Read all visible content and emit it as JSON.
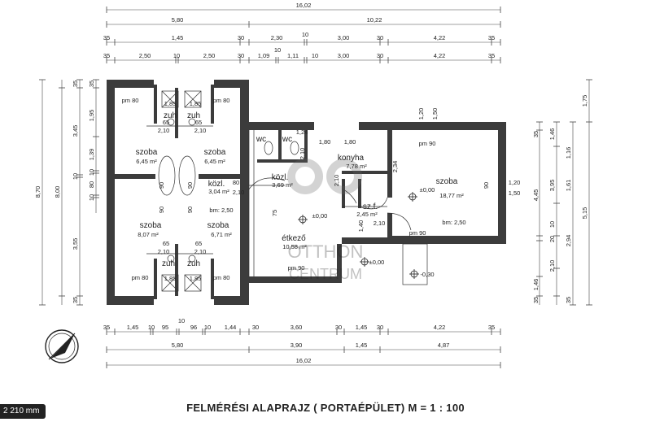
{
  "title": "FELMÉRÉSI ALAPRAJZ ( PORTAÉPÜLET) M = 1 : 100",
  "scale_badge": "2 210 mm",
  "watermark": {
    "line1": "OTTHON",
    "line2": "CENTRUM"
  },
  "dims_top": {
    "overall": "16,02",
    "row1": [
      "5,80",
      "10,22"
    ],
    "row2": [
      "35",
      "1,45",
      "30",
      "2,30",
      "10",
      "3,00",
      "30",
      "4,22",
      "35"
    ],
    "row3": [
      "35",
      "2,50",
      "10",
      "2,50",
      "30",
      "1,09",
      "10",
      "1,11",
      "10",
      "3,00",
      "30",
      "4,22",
      "35"
    ]
  },
  "dims_bottom": {
    "row1": [
      "35",
      "1,45",
      "10",
      "95",
      "10",
      "96",
      "10",
      "1,44",
      "30",
      "3,60",
      "30",
      "1,45",
      "30",
      "4,22",
      "35"
    ],
    "row2": [
      "5,80",
      "3,90",
      "1,45",
      "4,87"
    ],
    "overall": "16,02"
  },
  "dims_left": {
    "outer": "8,70",
    "second": "8,00",
    "third": [
      "35",
      "3,45",
      "10",
      "3,55",
      "35"
    ],
    "fourth": [
      "35",
      "1,95",
      "1,39",
      "10",
      "80",
      "10"
    ]
  },
  "dims_right": {
    "outer": "5,15",
    "second": [
      "1,75"
    ],
    "third": [
      "4,45",
      "3,95",
      "1,61",
      "1,16",
      "2,94",
      "1,46",
      "35"
    ],
    "fourth": [
      "35",
      "10",
      "20",
      "2,10",
      "1,46",
      "35"
    ]
  },
  "rooms": [
    {
      "name": "szoba",
      "area": "6,45 m²"
    },
    {
      "name": "szoba",
      "area": "6,45 m²"
    },
    {
      "name": "szoba",
      "area": "8,07 m²"
    },
    {
      "name": "szoba",
      "area": "6,71 m²"
    },
    {
      "name": "zuh",
      "area": ""
    },
    {
      "name": "zuh",
      "area": ""
    },
    {
      "name": "zuh",
      "area": ""
    },
    {
      "name": "zuh",
      "area": ""
    },
    {
      "name": "közl.",
      "area": "3,04 m²"
    },
    {
      "name": "közl.",
      "area": "3,69 m²"
    },
    {
      "name": "konyha",
      "area": "7,78 m²"
    },
    {
      "name": "szoba",
      "area": "18,77 m²"
    },
    {
      "name": "étkező",
      "area": "10,58 m²"
    },
    {
      "name": "sz.f.",
      "area": "2,45 m²"
    },
    {
      "name": "wc",
      "area": ""
    },
    {
      "name": "wc",
      "area": ""
    }
  ],
  "annotations": [
    "pm 80",
    "pm 80",
    "pm 80",
    "pm 80",
    "pm 90",
    "pm 90",
    "pm 90",
    "1,85",
    "1,85",
    "1,85",
    "1,85",
    "65",
    "65",
    "65",
    "65",
    "2,10",
    "2,10",
    "2,10",
    "2,10",
    "bm: 2,50",
    "bm: 2,50",
    "±0,00",
    "±0,00",
    "±0,00",
    "-0,30",
    "80",
    "2,10",
    "2,10",
    "75",
    "2,10",
    "2,34",
    "1,20",
    "1,50",
    "1,20",
    "1,50",
    "90",
    "1,80",
    "1,80",
    "1,24",
    "1,40",
    "2,10",
    "90",
    "90",
    "90",
    "90"
  ]
}
